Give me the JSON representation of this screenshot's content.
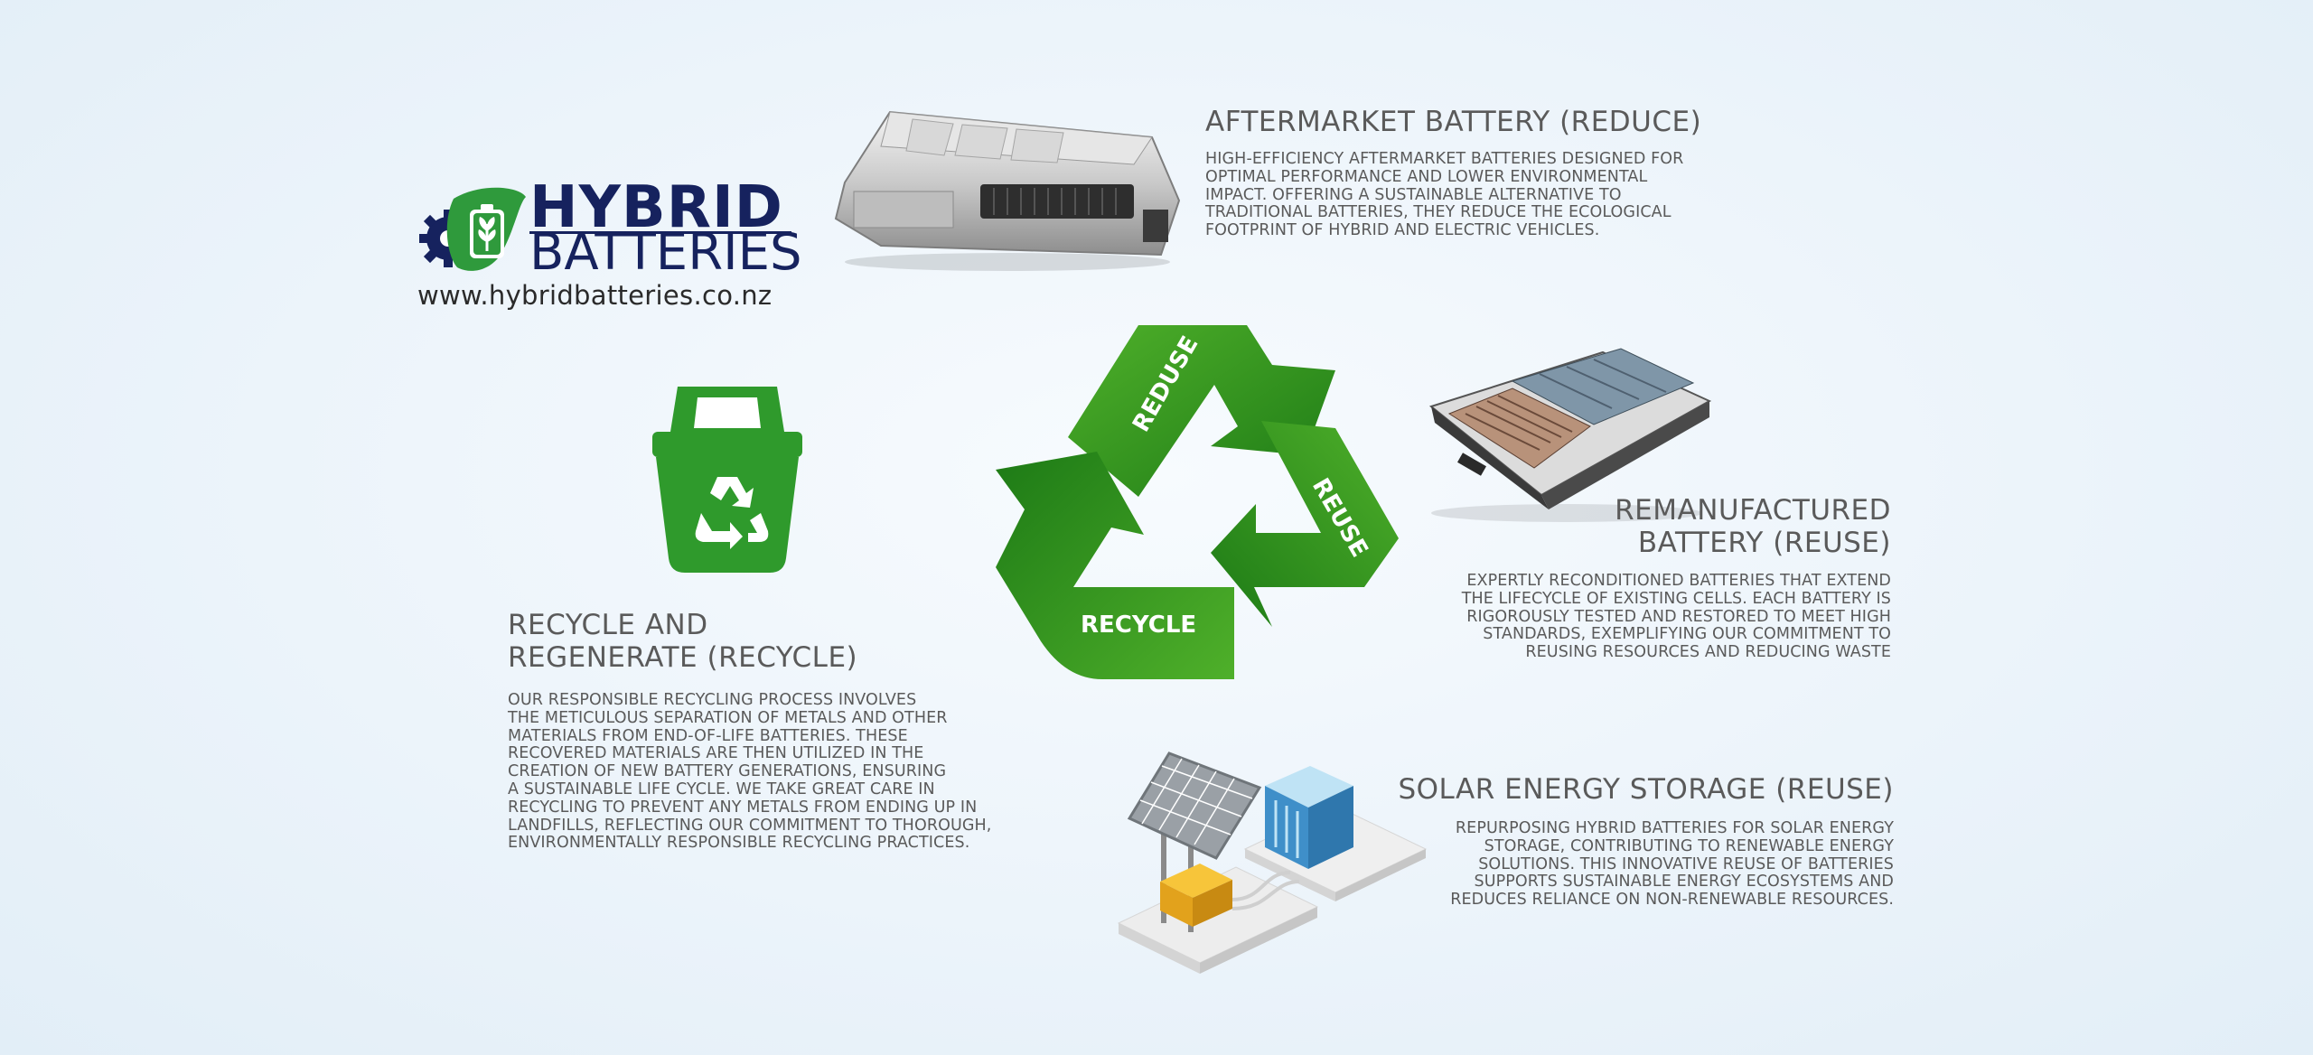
{
  "brand": {
    "name_line1": "HYBRID",
    "name_line2": "BATTERIES",
    "url": "www.hybridbatteries.co.nz",
    "colors": {
      "navy": "#16225e",
      "green": "#2f9a3c",
      "url_text": "#2a2a2a"
    }
  },
  "sections": {
    "aftermarket": {
      "title": "AFTERMARKET BATTERY (REDUCE)",
      "text": "HIGH-EFFICIENCY AFTERMARKET BATTERIES DESIGNED FOR\nOPTIMAL PERFORMANCE AND LOWER ENVIRONMENTAL\nIMPACT. OFFERING A SUSTAINABLE ALTERNATIVE TO\nTRADITIONAL BATTERIES, THEY REDUCE THE ECOLOGICAL\nFOOTPRINT OF HYBRID AND ELECTRIC VEHICLES."
    },
    "remanufactured": {
      "title": "REMANUFACTURED\nBATTERY (REUSE)",
      "text": "EXPERTLY RECONDITIONED BATTERIES THAT EXTEND\nTHE LIFECYCLE OF EXISTING CELLS. EACH BATTERY IS\nRIGOROUSLY TESTED AND RESTORED TO MEET HIGH\nSTANDARDS, EXEMPLIFYING OUR COMMITMENT TO\nREUSING RESOURCES AND REDUCING WASTE"
    },
    "recycle": {
      "title": "RECYCLE AND\nREGENERATE (RECYCLE)",
      "text": "OUR RESPONSIBLE RECYCLING PROCESS INVOLVES\nTHE METICULOUS SEPARATION OF METALS AND OTHER\nMATERIALS FROM END-OF-LIFE BATTERIES. THESE\nRECOVERED MATERIALS ARE THEN UTILIZED IN THE\nCREATION OF NEW BATTERY GENERATIONS, ENSURING\nA SUSTAINABLE LIFE CYCLE. WE TAKE GREAT CARE IN\nRECYCLING TO PREVENT ANY METALS FROM ENDING UP IN\nLANDFILLS, REFLECTING OUR COMMITMENT TO THOROUGH,\nENVIRONMENTALLY RESPONSIBLE RECYCLING PRACTICES."
    },
    "solar": {
      "title": "SOLAR ENERGY STORAGE (REUSE)",
      "text": "REPURPOSING HYBRID BATTERIES FOR SOLAR ENERGY\nSTORAGE, CONTRIBUTING TO RENEWABLE ENERGY\nSOLUTIONS. THIS INNOVATIVE REUSE OF BATTERIES\nSUPPORTS SUSTAINABLE ENERGY ECOSYSTEMS AND\nREDUCES RELIANCE ON NON-RENEWABLE RESOURCES."
    }
  },
  "cycle": {
    "labels": {
      "reduce": "REDUSE",
      "reuse": "REUSE",
      "recycle": "RECYCLE"
    },
    "colors": {
      "dark_green": "#1d7a16",
      "light_green": "#4fb02a"
    }
  },
  "icons": {
    "logo_emblem": "gear-leaf-emblem-icon",
    "bin": "recycle-bin-icon",
    "aftermarket_battery": "hybrid-battery-pack-image",
    "remanufactured_battery": "open-battery-pack-image",
    "solar": "solar-panel-storage-illustration"
  },
  "colors": {
    "text_gray": "#5a5a5a",
    "bin_green": "#2f9a2c"
  }
}
